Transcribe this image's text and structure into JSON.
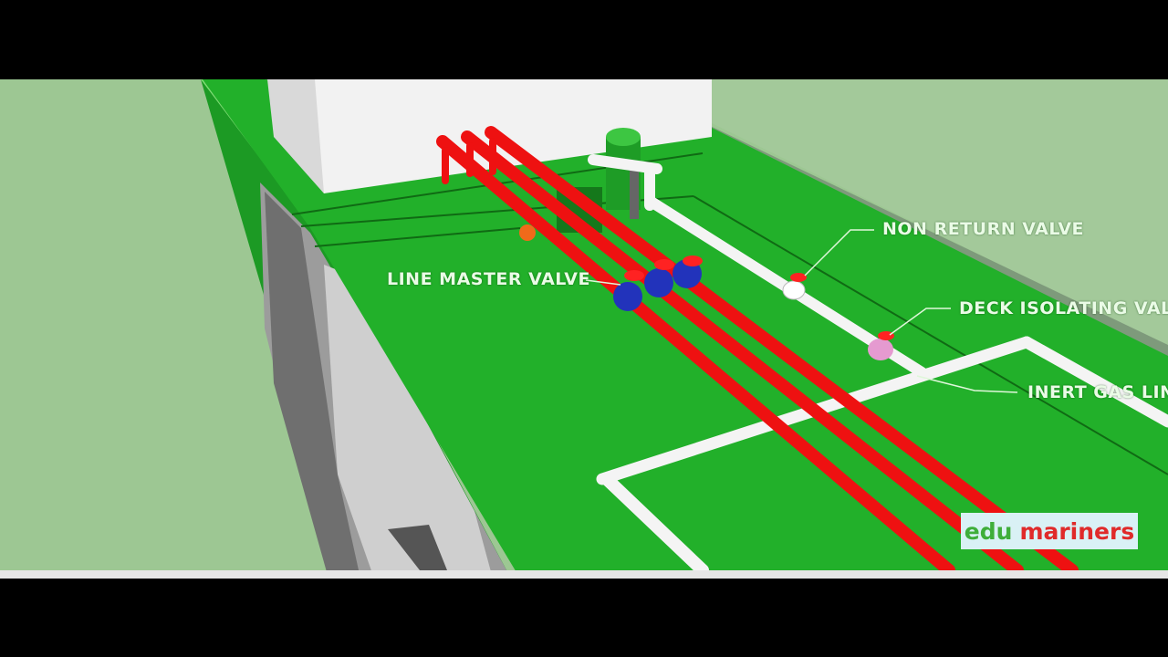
{
  "labels": {
    "non_return_valve": "NON RETURN VALVE",
    "deck_isolating_valve": "DECK ISOLATING VAL",
    "inert_gas_line": "INERT GAS LIN",
    "line_master_valve": "LINE MASTER VALVE"
  },
  "watermark": {
    "part1": "edu",
    "part2": "mariners"
  },
  "colors": {
    "deck": "#22b02a",
    "cargo_pipe": "#ee1111",
    "inert_gas_pipe": "#f2f2f2",
    "valve_body": "#2233bb",
    "background": "#9ec896"
  }
}
